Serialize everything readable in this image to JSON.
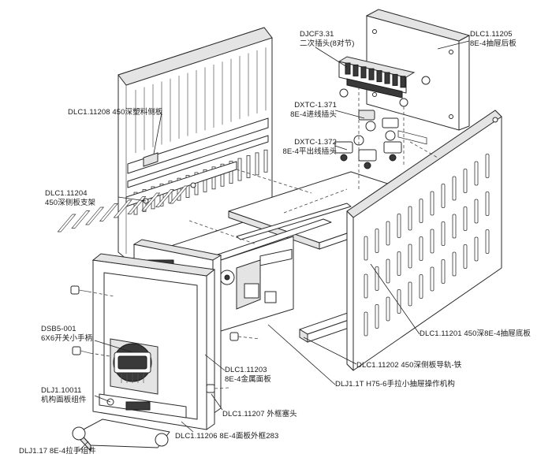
{
  "callouts": [
    {
      "id": "djcf",
      "line1": "DJCF3.31",
      "line2": "二次插头(8对节)"
    },
    {
      "id": "dlc11205",
      "line1": "DLC1.11205",
      "line2": "8E-4抽屉后板"
    },
    {
      "id": "dlc11208",
      "line1": "DLC1.11208 450深塑料侧板",
      "line2": ""
    },
    {
      "id": "dxtc1371",
      "line1": "DXTC-1.371",
      "line2": "8E-4进线插头"
    },
    {
      "id": "dxtc1372",
      "line1": "DXTC-1.372",
      "line2": "8E-4平出线插头"
    },
    {
      "id": "dlc11204",
      "line1": "DLC1.11204",
      "line2": "450深侧板支架"
    },
    {
      "id": "dsb5",
      "line1": "DSB5-001",
      "line2": "6X6开关小手柄"
    },
    {
      "id": "dlj10011",
      "line1": "DLJ1.10011",
      "line2": "机构面板组件"
    },
    {
      "id": "dlj117",
      "line1": "DLJ1.17 8E-4拉手组件",
      "line2": ""
    },
    {
      "id": "dlc11206",
      "line1": "DLC1.11206 8E-4面板外框283",
      "line2": ""
    },
    {
      "id": "dlc11207",
      "line1": "DLC1.11207 外框塞头",
      "line2": ""
    },
    {
      "id": "dlc11203",
      "line1": "DLC1.11203",
      "line2": "8E-4金属面板"
    },
    {
      "id": "dlj1t",
      "line1": "DLJ1.1T H75-6手拉小抽屉操作机构",
      "line2": ""
    },
    {
      "id": "dlc11202",
      "line1": "DLC1.11202 450深侧板导轨-铁",
      "line2": ""
    },
    {
      "id": "dlc11201",
      "line1": "DLC1.11201 450深8E-4抽屉底板",
      "line2": ""
    }
  ]
}
